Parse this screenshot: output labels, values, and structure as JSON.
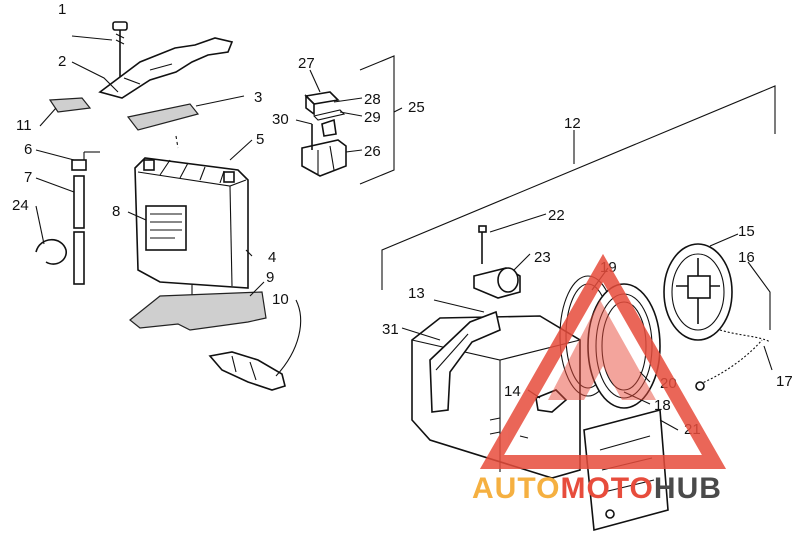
{
  "diagram": {
    "callouts": {
      "c1": "1",
      "c2": "2",
      "c3": "3",
      "c4": "4",
      "c5": "5",
      "c6": "6",
      "c7": "7",
      "c8": "8",
      "c9": "9",
      "c10": "10",
      "c11": "11",
      "c12": "12",
      "c13": "13",
      "c14": "14",
      "c15": "15",
      "c16": "16",
      "c17": "17",
      "c18": "18",
      "c19": "19",
      "c20": "20",
      "c21": "21",
      "c22": "22",
      "c23": "23",
      "c24": "24",
      "c25": "25",
      "c26": "26",
      "c27": "27",
      "c28": "28",
      "c29": "29",
      "c30": "30",
      "c31": "31"
    }
  },
  "watermark": {
    "part1": "AUTO",
    "part2": "MOTO",
    "part3": "HUB",
    "colors": {
      "orange": "#f5b041",
      "red": "#e74c3c",
      "dark": "#4a4a4a"
    }
  }
}
